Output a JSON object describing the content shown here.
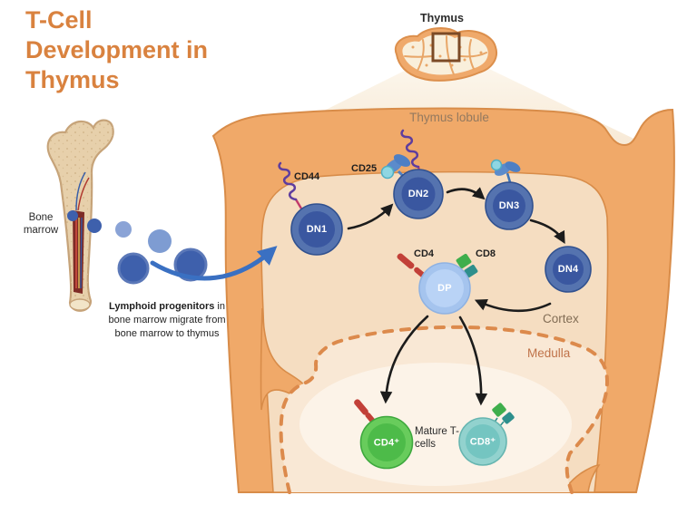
{
  "title": "T-Cell Development in Thymus",
  "thymus": {
    "label": "Thymus"
  },
  "lobule": {
    "label": "Thymus lobule",
    "regions": {
      "cortex": "Cortex",
      "medulla": "Medulla"
    }
  },
  "bone_marrow": {
    "label": "Bone marrow",
    "caption_bold": "Lymphoid progenitors",
    "caption_rest": " in bone marrow migrate from bone marrow to thymus"
  },
  "stages": {
    "dn1": "DN1",
    "dn2": "DN2",
    "dn3": "DN3",
    "dn4": "DN4",
    "dp": "DP",
    "cd4_mature": "CD4⁺",
    "cd8_mature": "CD8⁺",
    "mature_label": "Mature T-cells"
  },
  "markers": {
    "cd44": "CD44",
    "cd25": "CD25",
    "cd4": "CD4",
    "cd8": "CD8"
  },
  "colors": {
    "title_orange": "#D9823F",
    "lobule_border": "#F0A969",
    "lobule_border_stroke": "#D88C49",
    "cortex_fill": "#F5DDC1",
    "medulla_fill": "#F9E8D5",
    "medulla_inner": "#FCF3E8",
    "medulla_dash": "#DC8A4C",
    "dn_cell_inner": "#3A57A0",
    "dn_cell_ring": "#5573AF",
    "dp_cell": "#B9D3F6",
    "cd4_green": "#4DBB49",
    "cd8_teal": "#74C5C1",
    "receptor_purple": "#5E3D9E",
    "receptor_pink": "#C23A69",
    "receptor_red": "#C24038",
    "receptor_green": "#3FAE4C",
    "receptor_dark_teal": "#2E8F8C",
    "cd25_blue": "#4E7FC4",
    "arrow_black": "#1C1C1C",
    "arrow_blue": "#3A70C2",
    "bone_fill": "#E7D0AB",
    "marrow_red": "#7E2B26"
  }
}
